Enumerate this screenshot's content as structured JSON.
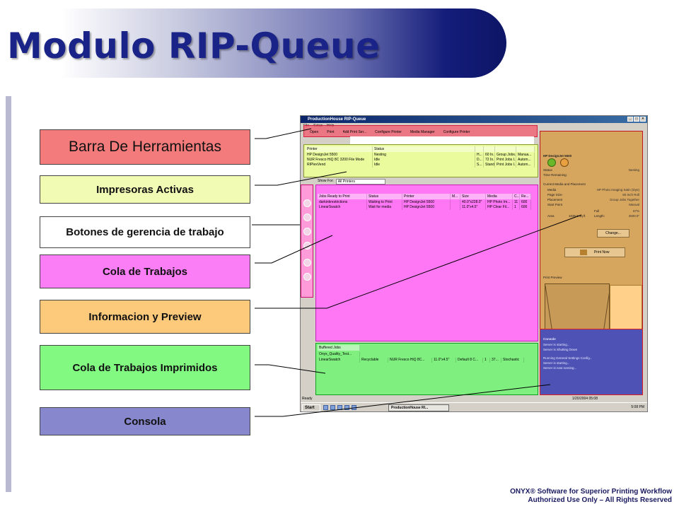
{
  "slide": {
    "title": "Modulo RIP-Queue",
    "footer_line1": "ONYX® Software for Superior Printing Workflow",
    "footer_line2": "Authorized Use Only – All Rights Reserved"
  },
  "labels": {
    "toolbar": "Barra De Herramientas",
    "printers": "Impresoras Activas",
    "job_buttons": "Botones de gerencia de trabajo",
    "job_queue": "Cola de Trabajos",
    "info_preview": "Informacion y Preview",
    "printed_queue": "Cola de Trabajos Imprimidos",
    "console": "Consola"
  },
  "app": {
    "window_title": "ProductionHouse RIP-Queue",
    "window_buttons": [
      "_",
      "□",
      "×"
    ],
    "menu": [
      "File",
      "Setup",
      "Help"
    ],
    "toolbar_items": [
      "Open",
      "Print",
      "Add Print Ser...",
      "Configure Printer",
      "Media Manager",
      "Configure Printer"
    ],
    "printers": {
      "header": [
        "Printer",
        "Status",
        "",
        "",
        "",
        ""
      ],
      "rows": [
        [
          "HP DesignJet 5500",
          "Nesting",
          "H...",
          "60 In...",
          "Group Jobs...",
          "Manua..."
        ],
        [
          "NUR Fresco HiQ 8C 3200 File Mode",
          "Idle",
          "D...",
          "72 In...",
          "Print Jobs I...",
          "Autom..."
        ],
        [
          "RIPlexVend",
          "Idle",
          "S...",
          "Stand...",
          "Print Jobs I...",
          "Autom..."
        ]
      ]
    },
    "filter_label": "Show For:",
    "filter_value": "All Printers",
    "jobs": {
      "header": [
        "Jobs Ready to Print",
        "Status",
        "Printer",
        "M...",
        "Size",
        "Media",
        "C...",
        "Re..."
      ],
      "rows": [
        [
          "darkinkrestrictions",
          "Waiting to Print",
          "HP DesignJet 5500",
          "",
          "40.0\"x228.0\"",
          "HP Photo Im...",
          "11",
          "600"
        ],
        [
          "LinearSwatch",
          "Wait for media",
          "HP DesignJet 5500",
          "",
          "11.0\"x4.5\"",
          "HP Clear Fil...",
          "1",
          "600"
        ]
      ]
    },
    "info": {
      "printer_name": "HP DesignJet 5500",
      "status_label": "Status",
      "status_value": "Nesting",
      "time_label": "Time Remaining:",
      "section": "Current Media and Placement",
      "media_label": "Media",
      "media_value": "HP Photo Imaging Satin (Dye)",
      "page_label": "Page Size:",
      "page_value": "60 Inch Roll",
      "placement_label": "Placement",
      "placement_value": "Group Jobs Together",
      "start_label": "Start Point",
      "start_value": "Manual",
      "full_label": "Full",
      "full_value": "67%",
      "area_label": "Area",
      "area_value": "1035.5 sq ft",
      "length_label": "Length:",
      "length_value": "2500.0\"",
      "change_button": "Change...",
      "print_now_button": "Print Now",
      "preview_label": "Print Preview"
    },
    "printed": {
      "header": [
        "Buffered Jobs",
        "",
        "",
        "",
        "",
        "",
        "",
        ""
      ],
      "rows": [
        [
          "Onyx_Quality_Test...",
          "",
          "",
          "",
          "",
          "",
          "",
          ""
        ],
        [
          "LinearSwatch",
          "Recyclable",
          "NUR Fresco HiQ 8C...",
          "11.0\"x4.5\"",
          "Default 8 C...",
          "1",
          "37...",
          "Stochastic"
        ]
      ]
    },
    "console": {
      "title": "Console",
      "lines": [
        "Server is starting...",
        "Server is Shutting Down",
        "Running General Settings Config...",
        "Server is starting...",
        "Server is now running..."
      ]
    },
    "status_text": "Ready",
    "status_date": "1/20/2004  05:08",
    "taskbar": {
      "start": "Start",
      "task": "ProductionHouse RI...",
      "clock": "5:08 PM"
    }
  }
}
